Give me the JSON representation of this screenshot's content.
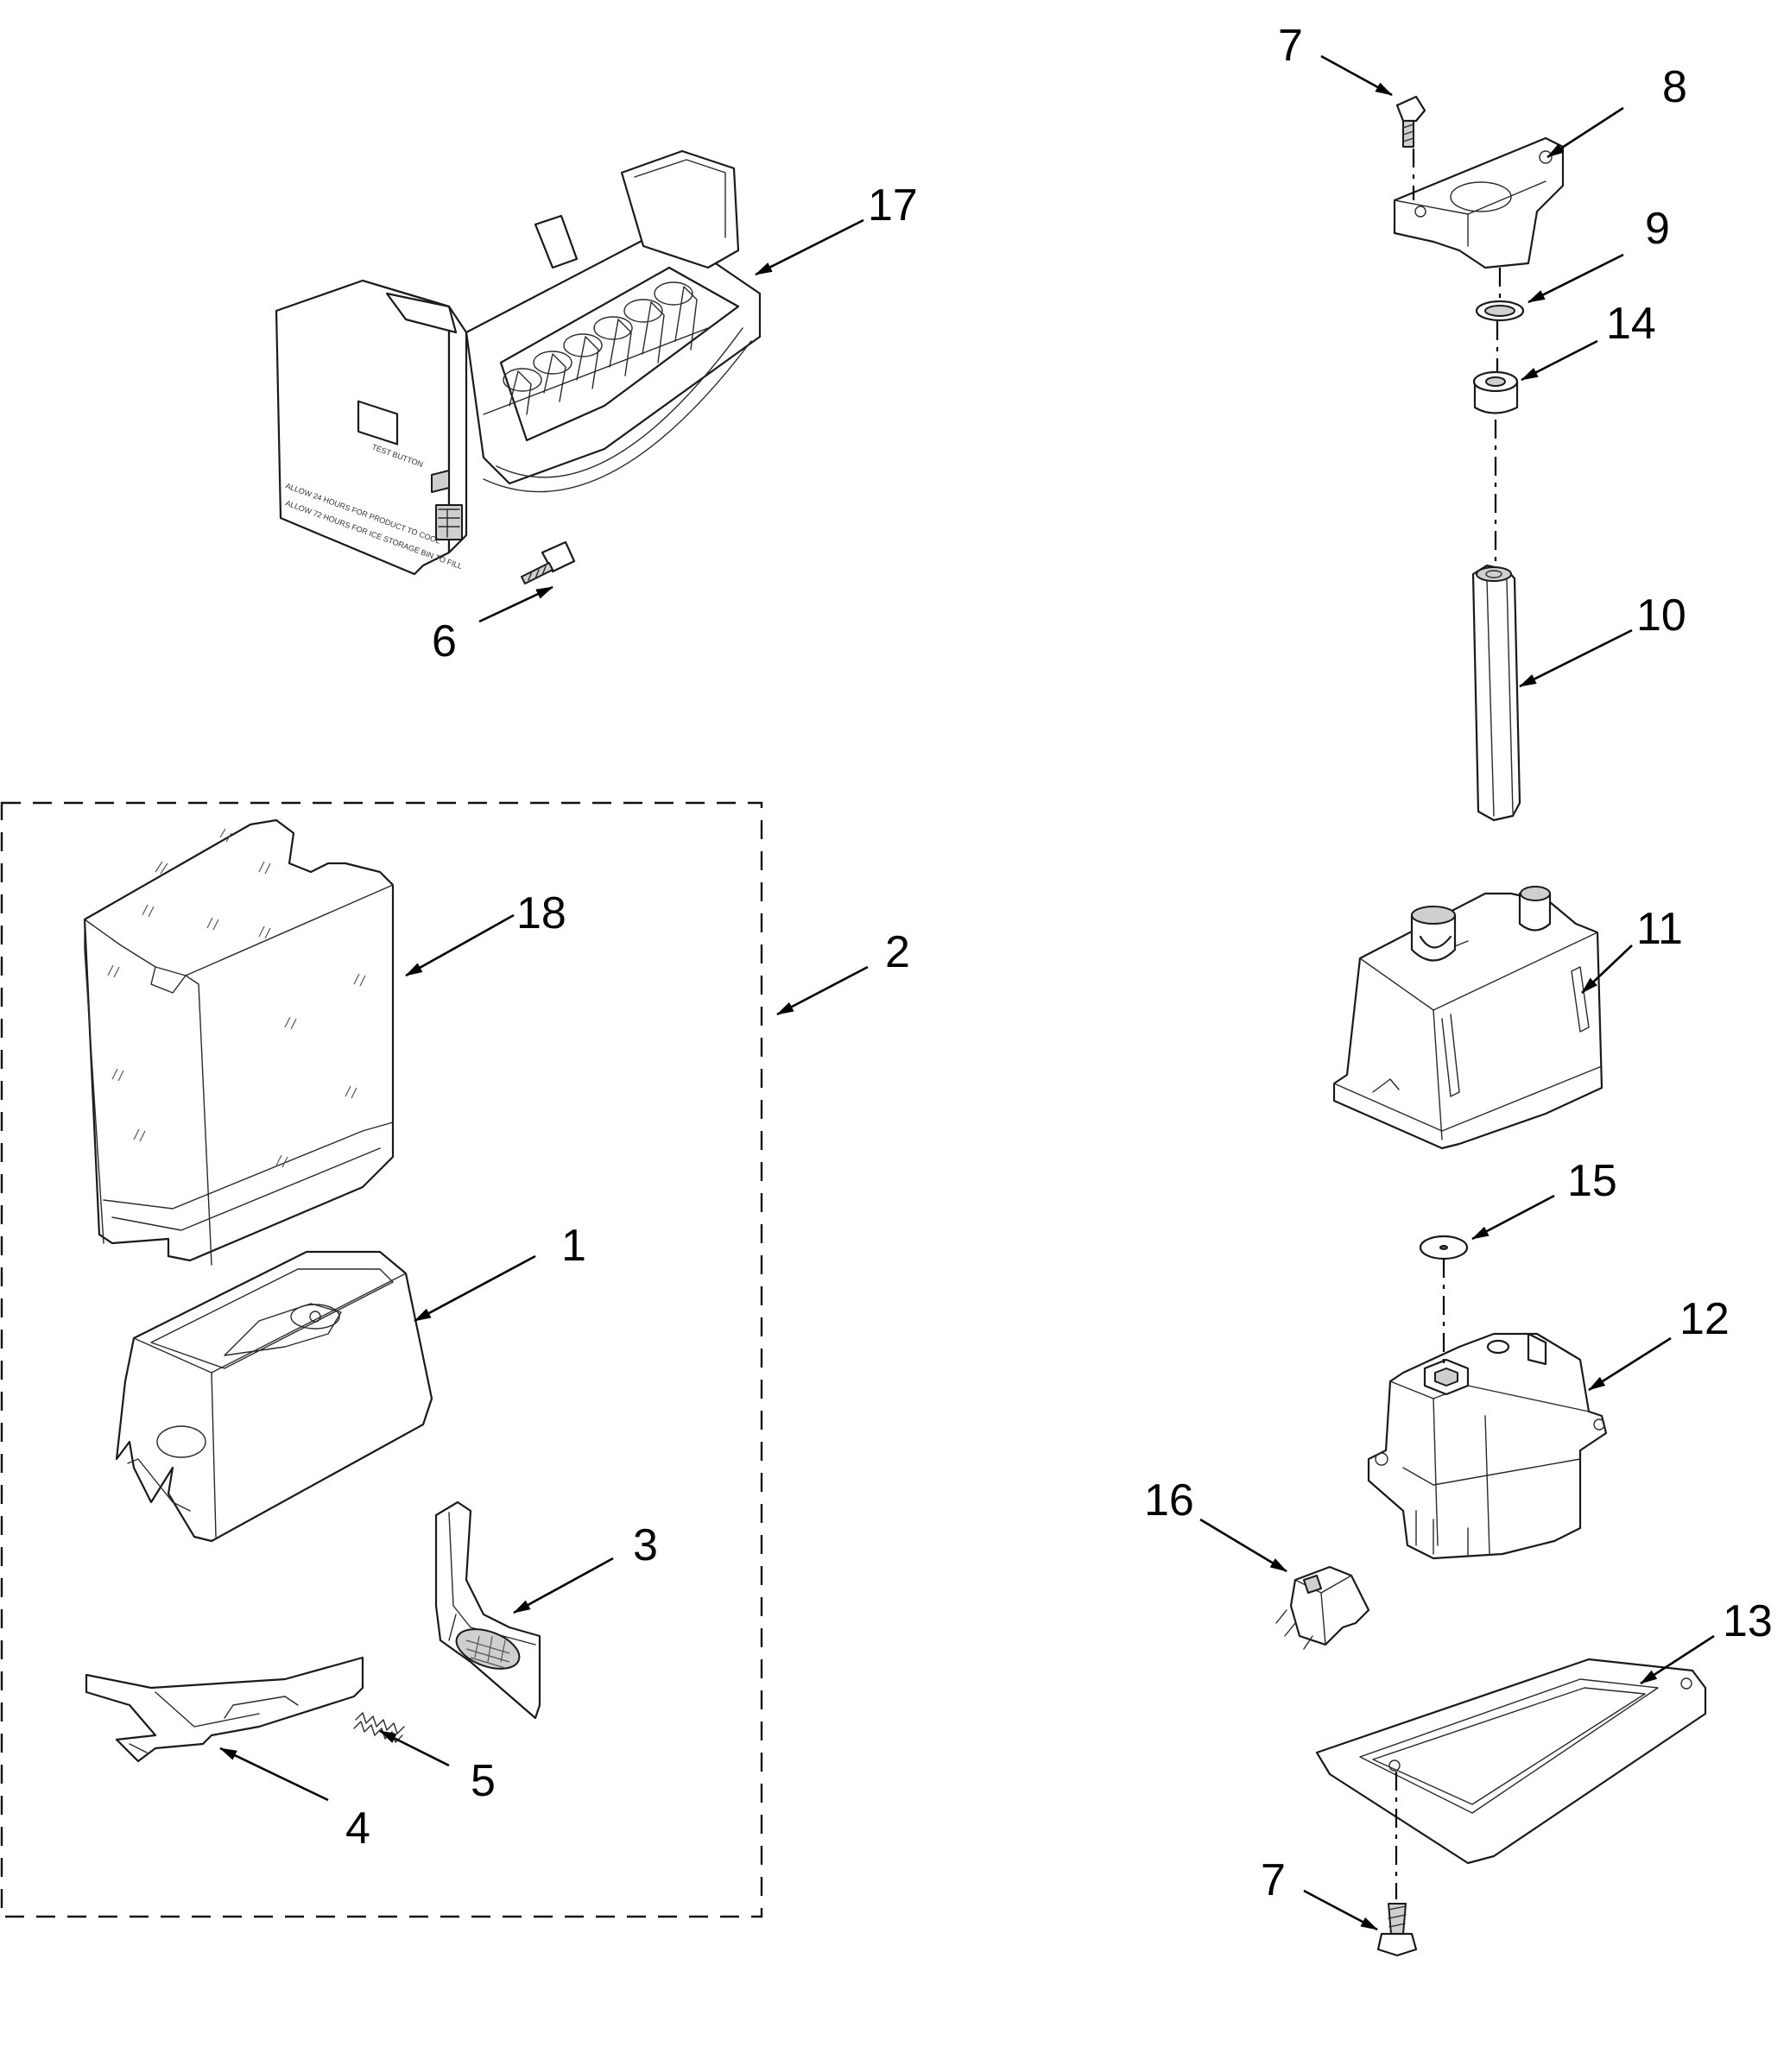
{
  "callouts": {
    "c1": "1",
    "c2": "2",
    "c3": "3",
    "c4": "4",
    "c5": "5",
    "c6": "6",
    "c7a": "7",
    "c7b": "7",
    "c8": "8",
    "c9": "9",
    "c10": "10",
    "c11": "11",
    "c12": "12",
    "c13": "13",
    "c14": "14",
    "c15": "15",
    "c16": "16",
    "c17": "17",
    "c18": "18"
  },
  "colors": {
    "line": "#1a1a1a",
    "shade": "#cfcfcf",
    "background": "#ffffff"
  }
}
